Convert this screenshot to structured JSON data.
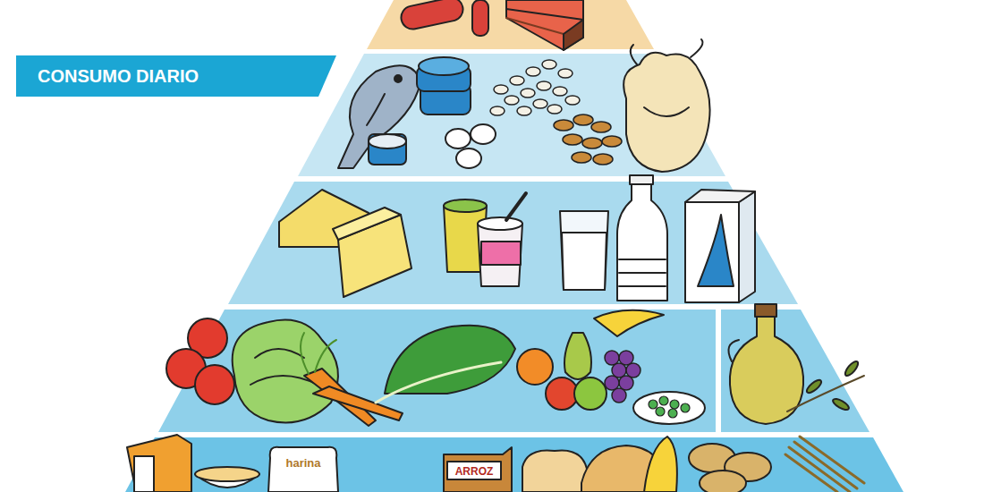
{
  "diagram": {
    "nodes": [
      {
        "text": [
          "CONSUMO DIARIO"
        ]
      }
    ],
    "labels": [
      "harina",
      "ARROZ"
    ]
  }
}
